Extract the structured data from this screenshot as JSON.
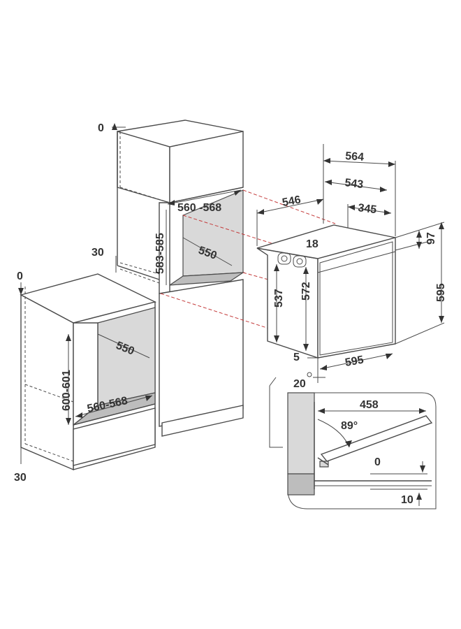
{
  "tall_unit": {
    "top_offset": "0",
    "depth_offset": "30",
    "niche_width": "560 -568",
    "niche_height": "583-585",
    "niche_depth": "550"
  },
  "base_unit": {
    "top_offset": "0",
    "bottom_offset": "30",
    "niche_depth": "550",
    "niche_width": "560-568",
    "niche_height": "600-601"
  },
  "oven": {
    "overall_depth": "564",
    "body_depth": "543",
    "rear_depth": "546",
    "top_depth": "345",
    "side_gap": "18",
    "body_height_a": "537",
    "body_height_b": "572",
    "overall_height": "595",
    "top_step": "97",
    "bottom_gap": "5",
    "front_width": "595",
    "front_offset": "20"
  },
  "door_detail": {
    "width": "458",
    "angle": "89°",
    "gap_top": "0",
    "gap_bottom": "10"
  }
}
